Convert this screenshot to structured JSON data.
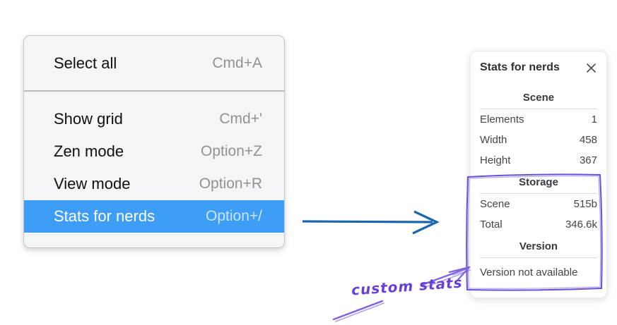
{
  "menu": {
    "sections": [
      {
        "items": [
          {
            "label": "Select all",
            "shortcut": "Cmd+A"
          }
        ]
      },
      {
        "items": [
          {
            "label": "Show grid",
            "shortcut": "Cmd+'"
          },
          {
            "label": "Zen mode",
            "shortcut": "Option+Z"
          },
          {
            "label": "View mode",
            "shortcut": "Option+R"
          },
          {
            "label": "Stats for nerds",
            "shortcut": "Option+/",
            "highlighted": true
          }
        ]
      }
    ]
  },
  "stats_panel": {
    "title": "Stats for nerds",
    "close_glyph": "✕",
    "sections": [
      {
        "heading": "Scene",
        "rows": [
          {
            "label": "Elements",
            "value": "1"
          },
          {
            "label": "Width",
            "value": "458"
          },
          {
            "label": "Height",
            "value": "367"
          }
        ]
      },
      {
        "heading": "Storage",
        "rows": [
          {
            "label": "Scene",
            "value": "515b"
          },
          {
            "label": "Total",
            "value": "346.6k"
          }
        ]
      },
      {
        "heading": "Version",
        "note": "Version not available"
      }
    ]
  },
  "annotations": {
    "custom_stats_label": "custom stats"
  },
  "colors": {
    "menu_highlight": "#3e9ef5",
    "flow_arrow_blue": "#1b66ad",
    "annotation_box_purple": "#6b4fd8",
    "annotation_arrow_purple": "#7f63e0",
    "handwriting_purple": "#6740d8"
  }
}
